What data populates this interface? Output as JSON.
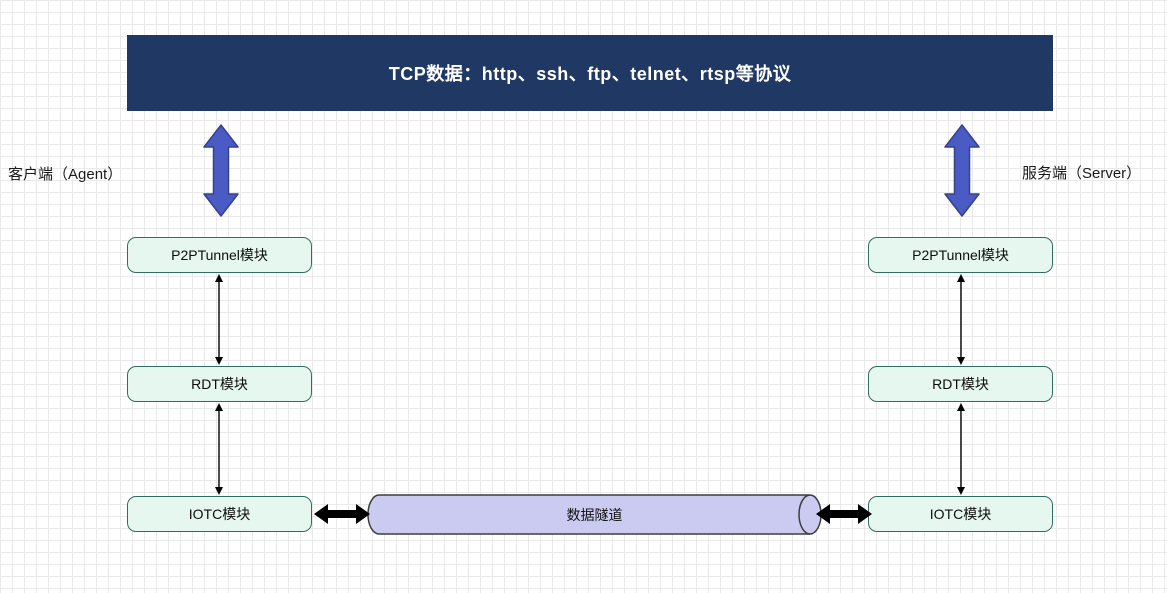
{
  "banner": {
    "label": "TCP数据：http、ssh、ftp、telnet、rtsp等协议"
  },
  "labels": {
    "client_role": "客户端（Agent）",
    "server_role": "服务端（Server）",
    "tunnel": "数据隧道"
  },
  "client_modules": [
    "P2PTunnel模块",
    "RDT模块",
    "IOTC模块"
  ],
  "server_modules": [
    "P2PTunnel模块",
    "RDT模块",
    "IOTC模块"
  ],
  "colors": {
    "banner_bg": "#1f3864",
    "banner_text": "#ffffff",
    "module_bg": "#e6f7ef",
    "module_border": "#2f6d63",
    "blue_arrow": "#4a5bc4",
    "blue_arrow_border": "#35418f",
    "tunnel_bg": "#cbcbf1",
    "tunnel_border": "#3d3d3d",
    "connector": "#000000"
  }
}
